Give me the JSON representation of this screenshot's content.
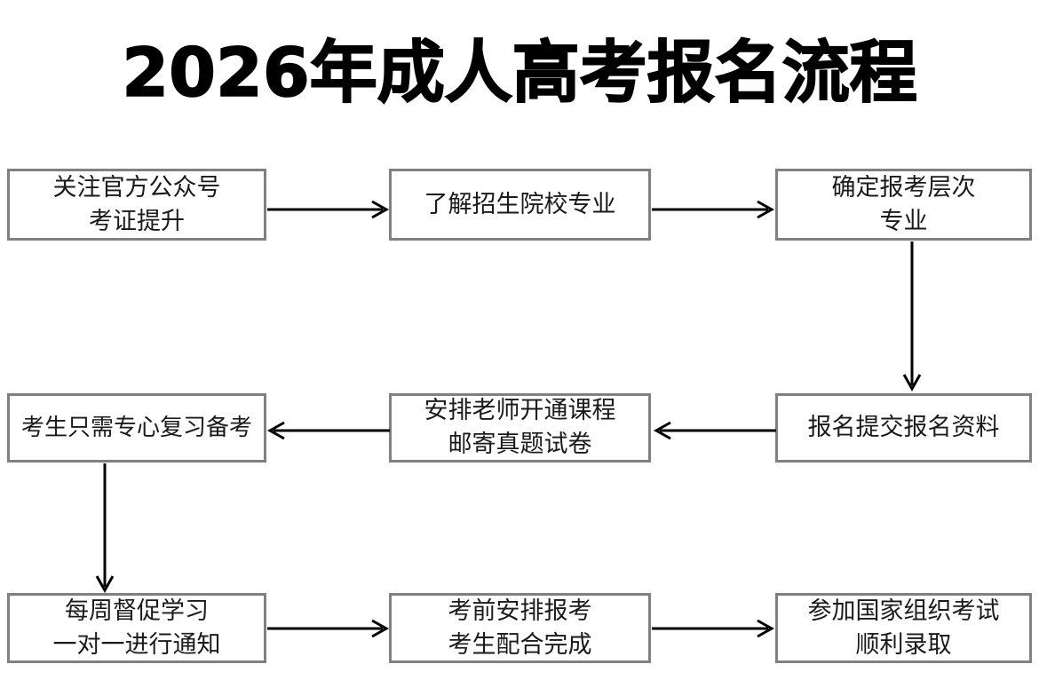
{
  "title": "2026年成人高考报名流程",
  "diagram": {
    "type": "flowchart",
    "orientation": "serpentine-3x3",
    "border_color": "#808080",
    "arrow_color": "#000000",
    "background": "#ffffff",
    "nodes": [
      {
        "id": "n1",
        "order": 1,
        "row": 1,
        "col": 1,
        "lines": [
          "关注官方公众号",
          "考证提升"
        ]
      },
      {
        "id": "n2",
        "order": 2,
        "row": 1,
        "col": 2,
        "lines": [
          "了解招生院校专业"
        ]
      },
      {
        "id": "n3",
        "order": 3,
        "row": 1,
        "col": 3,
        "lines": [
          "确定报考层次",
          "专业"
        ]
      },
      {
        "id": "n4",
        "order": 4,
        "row": 2,
        "col": 3,
        "lines": [
          "报名提交报名资料"
        ]
      },
      {
        "id": "n5",
        "order": 5,
        "row": 2,
        "col": 2,
        "lines": [
          "安排老师开通课程",
          "邮寄真题试卷"
        ]
      },
      {
        "id": "n6",
        "order": 6,
        "row": 2,
        "col": 1,
        "lines": [
          "考生只需专心复习备考"
        ]
      },
      {
        "id": "n7",
        "order": 7,
        "row": 3,
        "col": 1,
        "lines": [
          "每周督促学习",
          "一对一进行通知"
        ]
      },
      {
        "id": "n8",
        "order": 8,
        "row": 3,
        "col": 2,
        "lines": [
          "考前安排报考",
          "考生配合完成"
        ]
      },
      {
        "id": "n9",
        "order": 9,
        "row": 3,
        "col": 3,
        "lines": [
          "参加国家组织考试",
          "顺利录取"
        ]
      }
    ],
    "edges": [
      {
        "id": "e1",
        "from": "n1",
        "to": "n2",
        "direction": "right"
      },
      {
        "id": "e2",
        "from": "n2",
        "to": "n3",
        "direction": "right"
      },
      {
        "id": "e3",
        "from": "n3",
        "to": "n4",
        "direction": "down"
      },
      {
        "id": "e4",
        "from": "n4",
        "to": "n5",
        "direction": "left"
      },
      {
        "id": "e5",
        "from": "n5",
        "to": "n6",
        "direction": "left"
      },
      {
        "id": "e6",
        "from": "n6",
        "to": "n7",
        "direction": "down"
      },
      {
        "id": "e7",
        "from": "n7",
        "to": "n8",
        "direction": "right"
      },
      {
        "id": "e8",
        "from": "n8",
        "to": "n9",
        "direction": "right"
      }
    ]
  }
}
